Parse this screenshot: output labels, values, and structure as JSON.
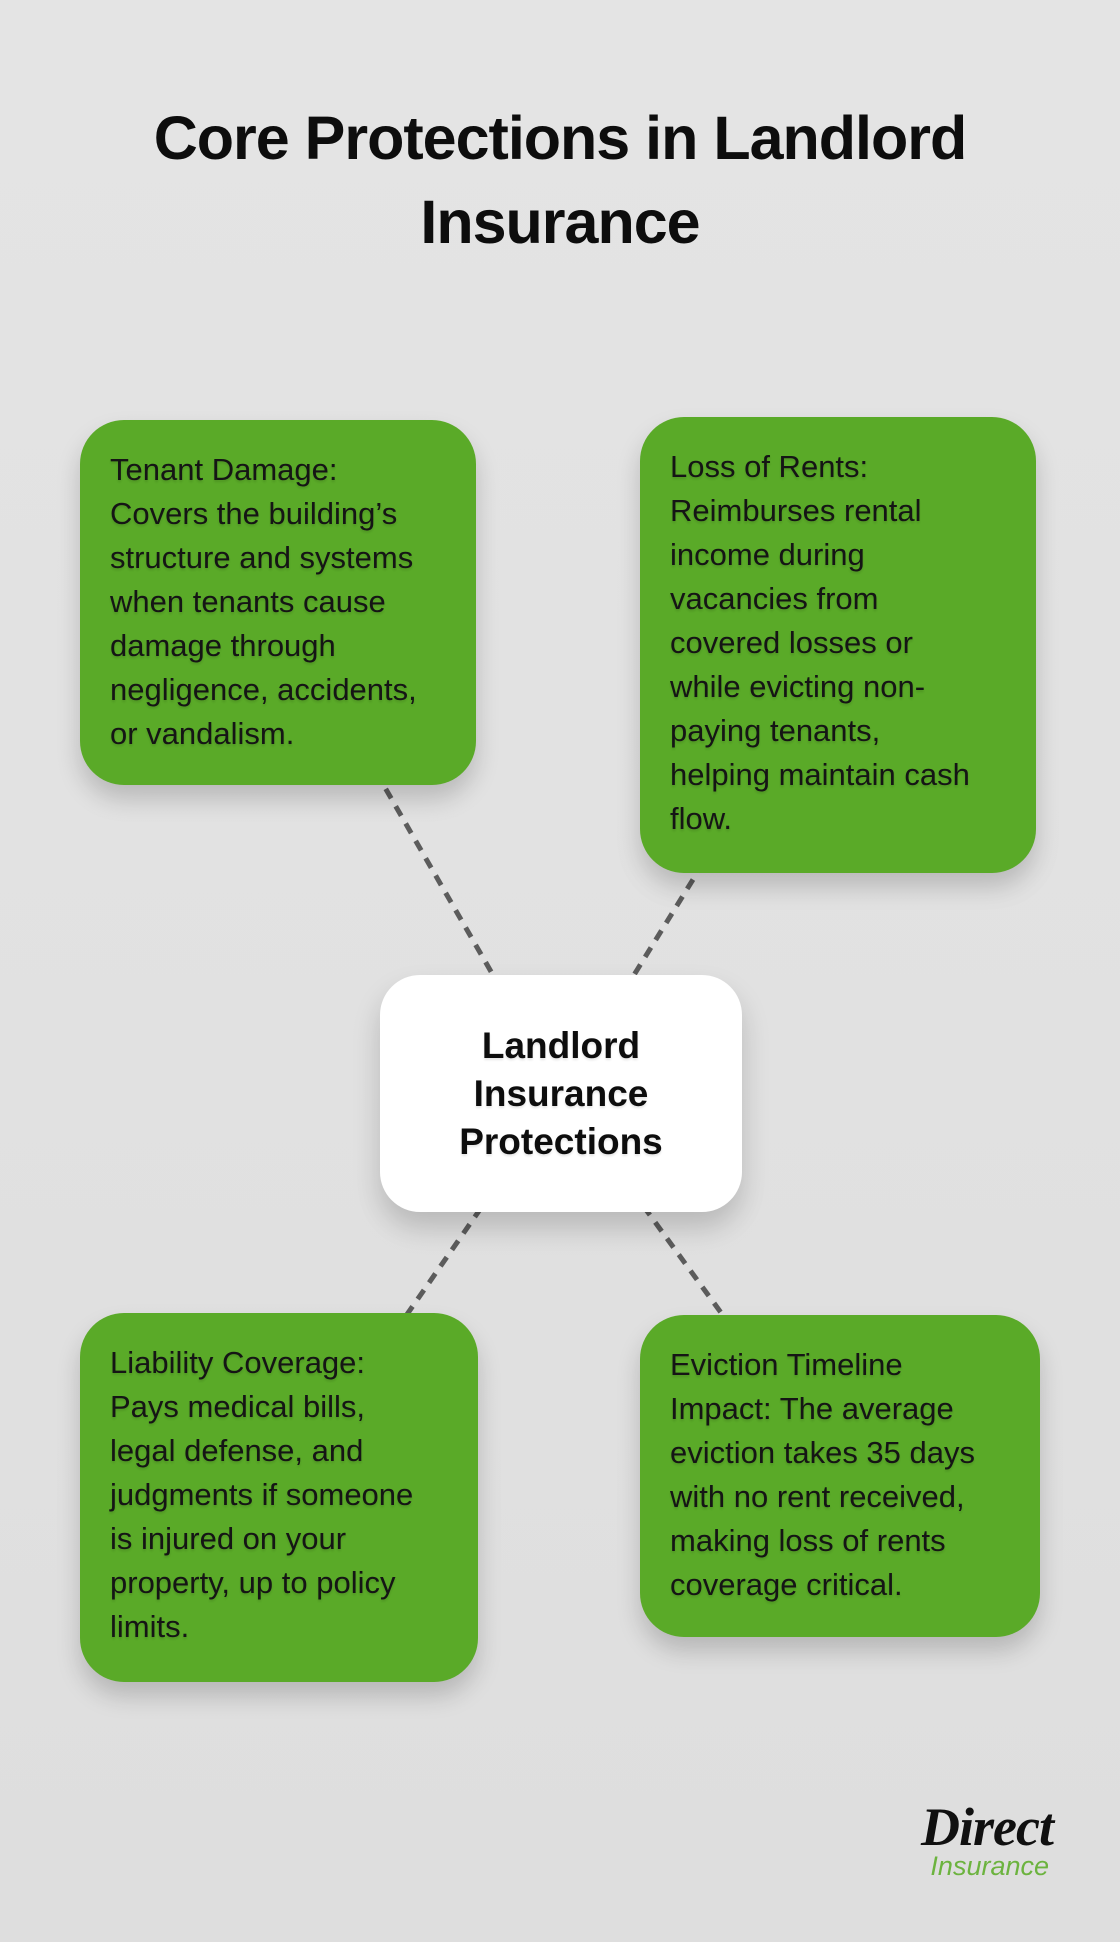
{
  "title": "Core Protections in Landlord\nInsurance",
  "center": {
    "label": "Landlord\nInsurance\nProtections"
  },
  "nodes": {
    "top_left": {
      "topic": "Tenant Damage",
      "text": "Tenant Damage:\nCovers the building’s\nstructure and systems\nwhen tenants cause\ndamage through\nnegligence, accidents,\nor vandalism."
    },
    "top_right": {
      "topic": "Loss of Rents",
      "text": "Loss of Rents:\nReimburses rental\nincome during\nvacancies from\ncovered losses or\nwhile evicting non-\npaying tenants,\nhelping maintain cash\nflow."
    },
    "bottom_left": {
      "topic": "Liability Coverage",
      "text": "Liability Coverage:\nPays medical bills,\nlegal defense, and\njudgments if someone\nis injured on your\nproperty, up to policy\nlimits."
    },
    "bottom_right": {
      "topic": "Eviction Timeline Impact",
      "text": "Eviction Timeline\nImpact: The average\neviction takes 35 days\nwith no rent received,\nmaking loss of rents\ncoverage critical."
    }
  },
  "logo": {
    "name": "Direct",
    "tagline": "Insurance"
  },
  "colors": {
    "background": "#e1e1e1",
    "node_green": "#5aaa28",
    "node_text": "#151515",
    "center_bg": "#ffffff",
    "center_text": "#0d0d0d",
    "connector": "#5c5c5c",
    "title": "#0d0d0d",
    "logo_black": "#101010",
    "logo_green": "#6cb33f"
  }
}
